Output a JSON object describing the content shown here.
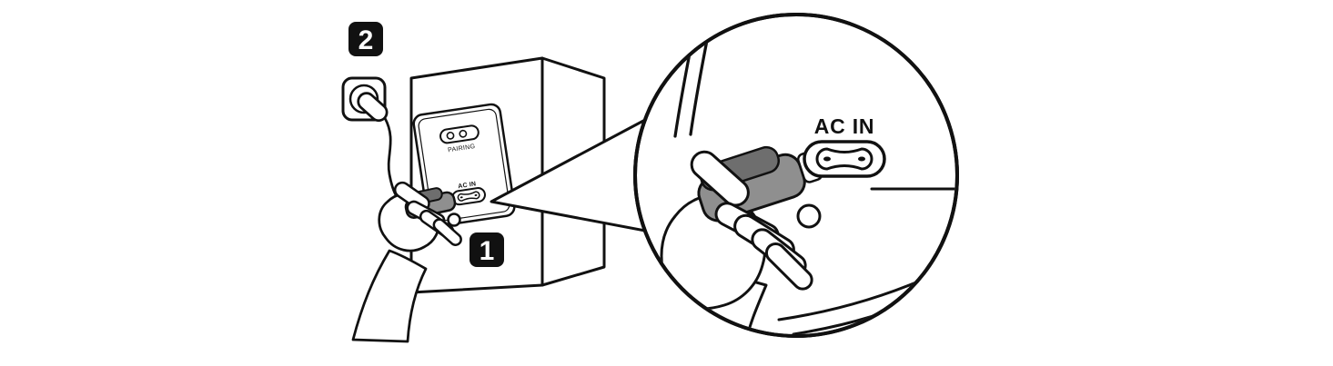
{
  "illustration": {
    "step_badge_1": "1",
    "step_badge_2": "2",
    "pairing_label": "PAIRING",
    "speaker_ac_in_label": "AC IN",
    "zoom_ac_in_label": "AC IN"
  },
  "icons": {
    "zoom_circle": "magnifier-callout-circle",
    "port": "figure8-ac-inlet",
    "outlet": "wall-outlet"
  },
  "colors": {
    "outline": "#111111",
    "plug_gray": "#8f8f8f",
    "plug_dark_gray": "#6e6e6e",
    "badge_black": "#111111",
    "background": "#ffffff"
  }
}
